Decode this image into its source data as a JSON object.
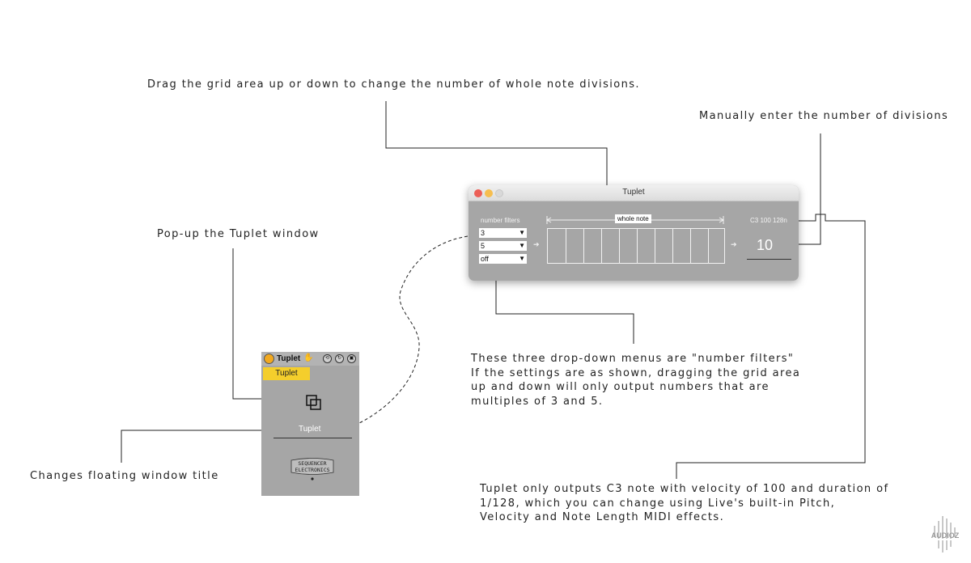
{
  "annotations": {
    "drag_grid": "Drag the grid area up or down to change the number of whole note divisions.",
    "manual_enter": "Manually enter the number of divisions",
    "popup_window": "Pop-up the Tuplet window",
    "change_title": "Changes floating window title",
    "number_filters": [
      "These three drop-down menus are \"number filters\"",
      "If the settings are as shown, dragging the grid area",
      "up and down will only output numbers that are",
      "multiples of 3 and 5."
    ],
    "c3_note": [
      "Tuplet only outputs C3 note with velocity of 100 and duration of",
      "1/128, which you can change using Live's built-in Pitch,",
      "Velocity and Note Length MIDI effects."
    ]
  },
  "tuplet_window": {
    "title": "Tuplet",
    "filters_label": "number filters",
    "filters": [
      {
        "value": "3",
        "arrow": "▼"
      },
      {
        "value": "5",
        "arrow": "▼"
      },
      {
        "value": "off",
        "arrow": "▼"
      }
    ],
    "whole_note_label": "whole note",
    "note_info": "C3 100 128n",
    "divisions": "10",
    "arrow_glyph": "➔"
  },
  "device": {
    "title": "Tuplet",
    "tab_label": "Tuplet",
    "window_name": "Tuplet",
    "hand_glyph": "✋",
    "controls": [
      "⟲",
      "↻",
      "▣"
    ],
    "logo_line1": "SEQUENCER",
    "logo_line2": "ELECTRONICS"
  },
  "watermark": {
    "text": "AUDIOZ"
  },
  "colors": {
    "panel_bg": "#a6a6a6",
    "tab_yellow": "#f4ce2c",
    "power_orange": "#f2a91f",
    "traffic_red": "#ec5f57",
    "traffic_yellow": "#f6be4f"
  }
}
